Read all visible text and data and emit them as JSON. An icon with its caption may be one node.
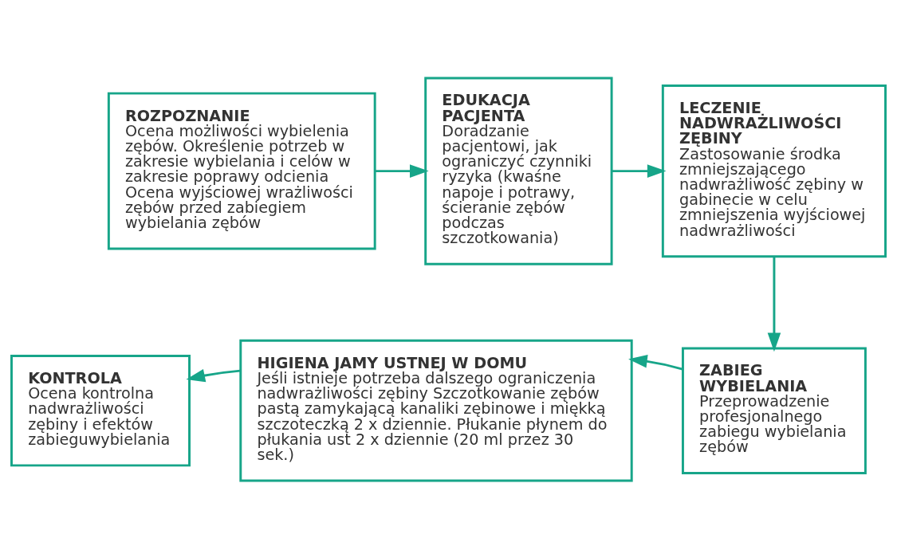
{
  "diagram": {
    "nodes": [
      {
        "text": [
          "ROZPOZNANIE",
          "Ocena możliwości wybielenia zębów. Określenie potrzeb w zakresie wybielania i celów w zakresie poprawy odcienia Ocena wyjściowej wrażliwości zębów przed zabiegiem wybielania zębów"
        ]
      },
      {
        "text": [
          "EDUKACJA PACJENTA",
          "Doradzanie pacjentowi, jak ograniczyć czynniki ryzyka (kwaśne napoje i potrawy, ścieranie zębów podczas szczotkowania)"
        ]
      },
      {
        "text": [
          "LECZENIE NADWRAŻLIWOŚCI ZĘBINY",
          "Zastosowanie środka zmniejszającego nadwrażliwość zębiny w gabinecie w celu zmniejszenia wyjściowej nadwrażliwości"
        ]
      },
      {
        "text": [
          "ZABIEG WYBIELANIA",
          "Przeprowadzenie profesjonalnego zabiegu wybielania zębów"
        ]
      },
      {
        "text": [
          "HIGIENA JAMY USTNEJ W DOMU",
          "Jeśli istnieje potrzeba dalszego ograniczenia nadwrażliwości zębiny Szczotkowanie zębów pastą zamykającą kanaliki zębinowe i miękką szczoteczką 2 x dziennie. Płukanie płynem do płukania ust 2 x dziennie (20 ml przez 30 sek.)"
        ]
      },
      {
        "text": [
          "KONTROLA",
          "Ocena kontrolna nadwrażliwości zębiny i efektów zabieguwybielania"
        ]
      }
    ],
    "edges": [
      {
        "from": 0,
        "to": 1,
        "arrow": "to"
      },
      {
        "from": 1,
        "to": 2,
        "arrow": "to"
      },
      {
        "from": 2,
        "to": 3,
        "arrow": "to"
      },
      {
        "from": 3,
        "to": 4,
        "arrow": "to"
      },
      {
        "from": 4,
        "to": 5,
        "arrow": "to"
      }
    ]
  }
}
